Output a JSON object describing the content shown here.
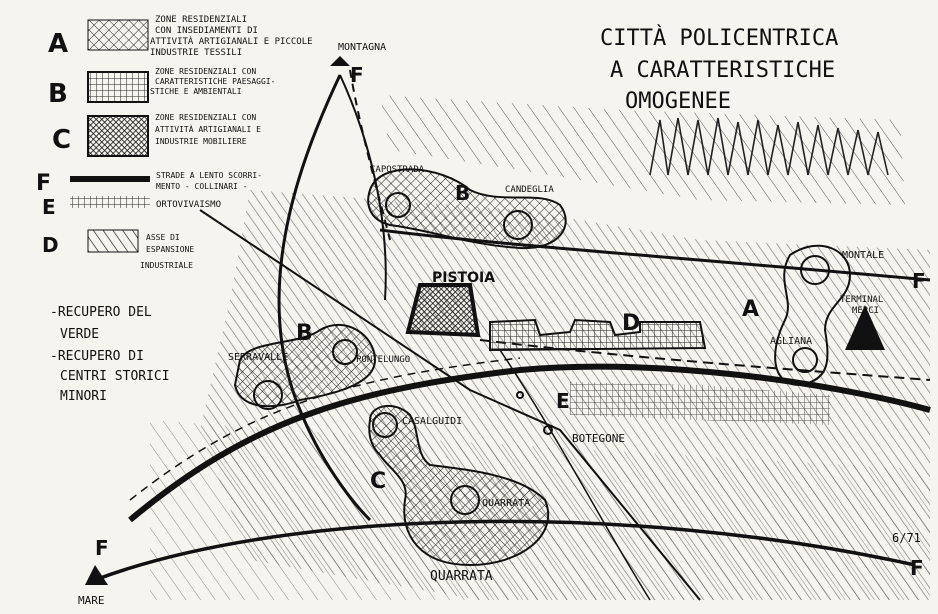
{
  "title": {
    "line1": "CITTÀ POLICENTRICA",
    "line2": "A CARATTERISTICHE",
    "line3": "OMOGENEE"
  },
  "legend": {
    "A": {
      "letter": "A",
      "text": [
        "ZONE RESIDENZIALI",
        "CON INSEDIAMENTI DI",
        "ATTIVITÀ ARTIGIANALI E PICCOLE",
        "INDUSTRIE TESSILI"
      ]
    },
    "B": {
      "letter": "B",
      "text": [
        "ZONE RESIDENZIALI CON",
        "CARATTERISTICHE PAESAGGI-",
        "STICHE E AMBIENTALI"
      ]
    },
    "C": {
      "letter": "C",
      "text": [
        "ZONE RESIDENZIALI CON",
        "ATTIVITÀ ARTIGIANALI E",
        "INDUSTRIE MOBILIERE"
      ]
    },
    "F": {
      "letter": "F",
      "text": [
        "STRADE A LENTO SCORRI-",
        "MENTO - COLLINARI -"
      ]
    },
    "E": {
      "letter": "E",
      "text": [
        "ORTOVIVAISMO"
      ]
    },
    "D": {
      "letter": "D",
      "text": [
        "ASSE DI",
        "ESPANSIONE",
        "INDUSTRIALE"
      ]
    }
  },
  "notes": [
    "-RECUPERO DEL",
    "VERDE",
    "-RECUPERO DI",
    "CENTRI STORICI",
    "MINORI"
  ],
  "places": {
    "montagna": "MONTAGNA",
    "pistoia": "PISTOIA",
    "montale": "MONTALE",
    "agliana": "AGLIANA",
    "terminal": [
      "TERMINAL",
      "MERCI"
    ],
    "serravalle": "SERRAVALLE",
    "casalguidi": "CASALGUIDI",
    "botegone": "BOTEGONE",
    "quarrata_inner": "QUARRATA",
    "quarrata": "QUARRATA",
    "mare": "MARE",
    "capostrada": "CAPOSTRADA",
    "candeglia": "CANDEGLIA",
    "pontelungo": "PONTELUNGO"
  },
  "zone_labels": {
    "B_north": "B",
    "B_west": "B",
    "D": "D",
    "A": "A",
    "C": "C",
    "E": "E",
    "F_top": "F",
    "F_east": "F",
    "F_sw": "F",
    "F_se": "F"
  },
  "signature": "6/71",
  "colors": {
    "ink": "#111111",
    "paper": "#f6f4ee"
  }
}
